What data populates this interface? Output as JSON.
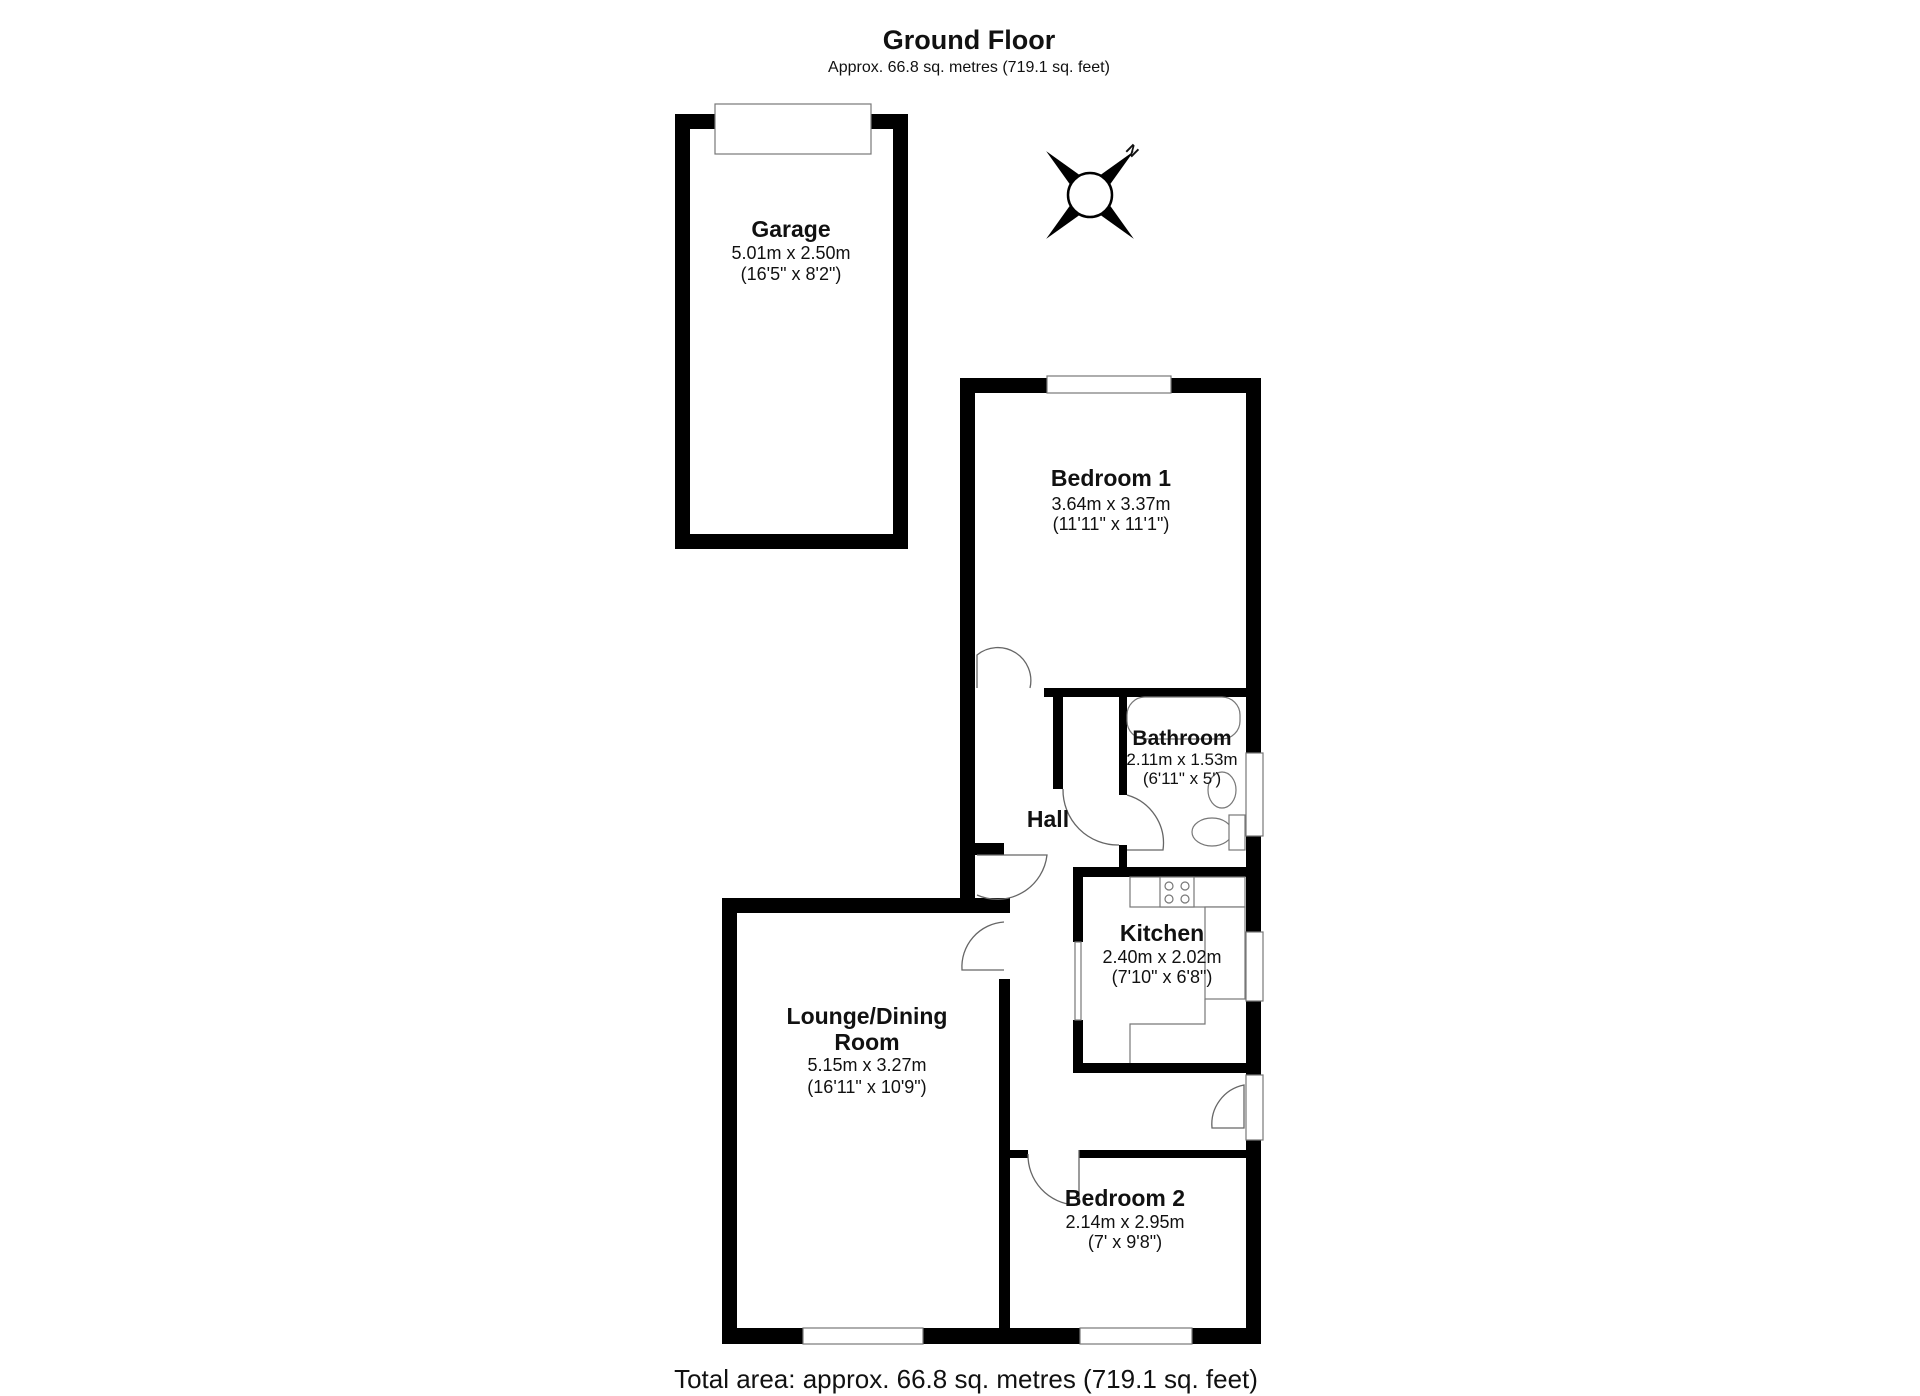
{
  "header": {
    "title": "Ground Floor",
    "subtitle": "Approx. 66.8 sq. metres (719.1 sq. feet)"
  },
  "compass": {
    "label": "N",
    "icon": "compass-icon"
  },
  "rooms": {
    "garage": {
      "name": "Garage",
      "metric": "5.01m x 2.50m",
      "imperial": "(16'5\" x 8'2\")"
    },
    "bedroom1": {
      "name": "Bedroom 1",
      "metric": "3.64m x 3.37m",
      "imperial": "(11'11\" x 11'1\")"
    },
    "bathroom": {
      "name": "Bathroom",
      "metric": "2.11m x 1.53m",
      "imperial": "(6'11\" x 5')"
    },
    "hall": {
      "name": "Hall"
    },
    "kitchen": {
      "name": "Kitchen",
      "metric": "2.40m x 2.02m",
      "imperial": "(7'10\" x 6'8\")"
    },
    "lounge": {
      "name_line1": "Lounge/Dining",
      "name_line2": "Room",
      "metric": "5.15m x 3.27m",
      "imperial": "(16'11\" x 10'9\")"
    },
    "bedroom2": {
      "name": "Bedroom 2",
      "metric": "2.14m x 2.95m",
      "imperial": "(7' x 9'8\")"
    }
  },
  "footer": {
    "total": "Total area: approx. 66.8 sq. metres (719.1 sq. feet)"
  }
}
